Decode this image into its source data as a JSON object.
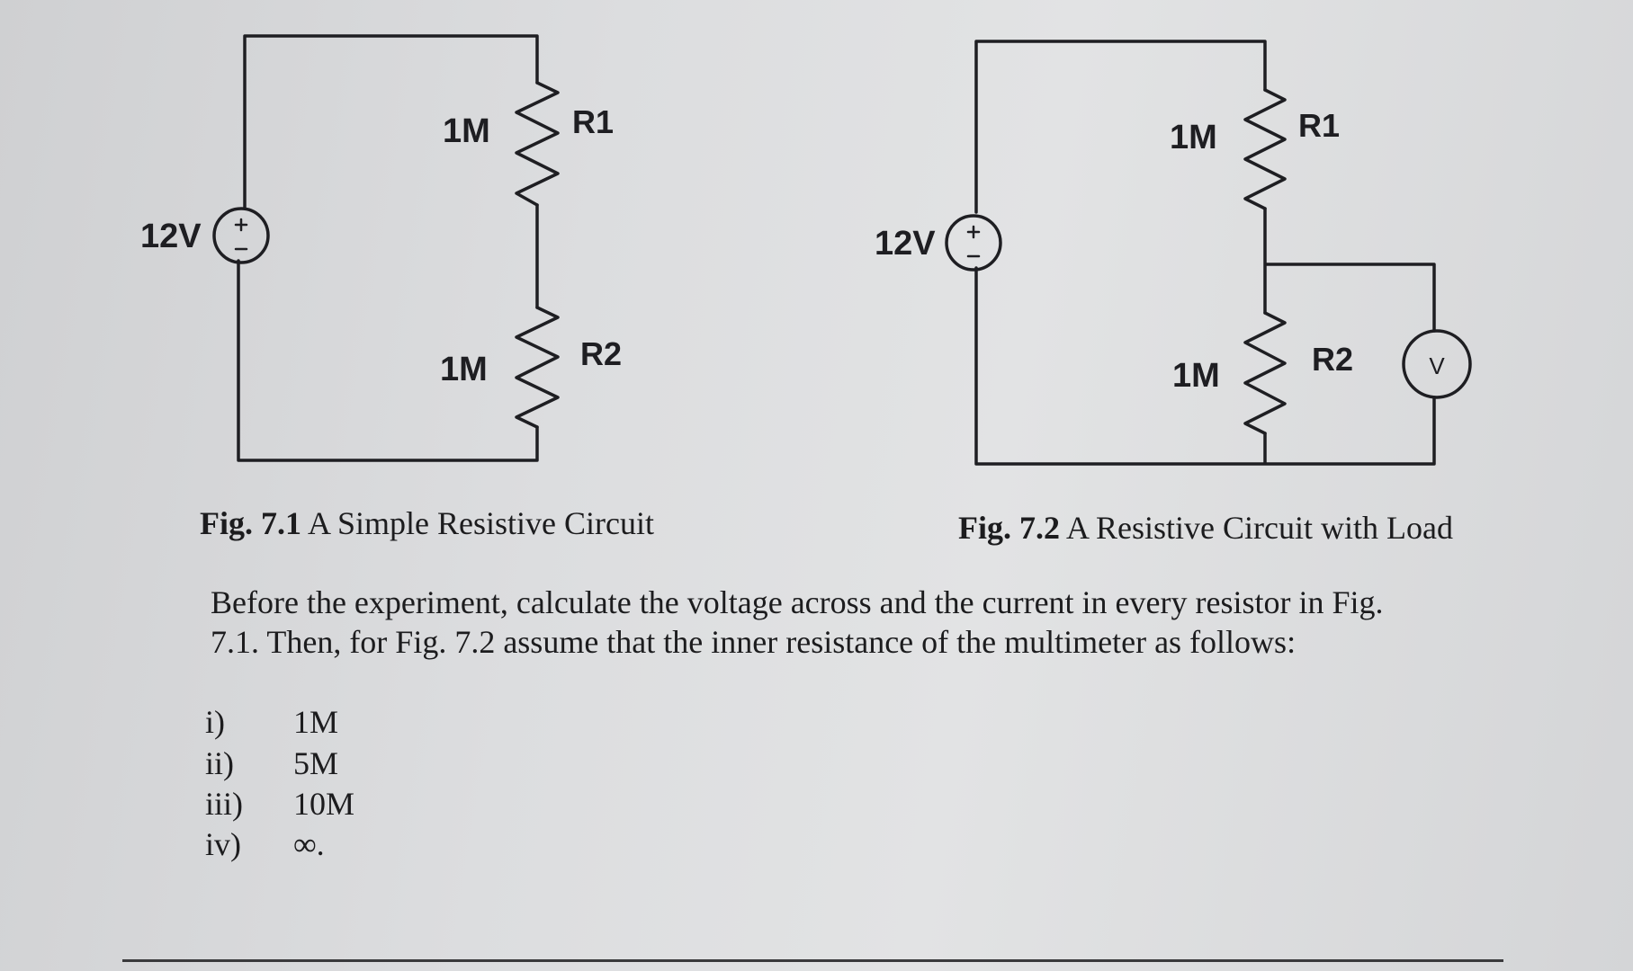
{
  "fig1": {
    "source_label": "12V",
    "r1_value": "1M",
    "r1_label": "R1",
    "r2_value": "1M",
    "r2_label": "R2",
    "caption_bold": "Fig. 7.1",
    "caption_text": " A Simple Resistive Circuit"
  },
  "fig2": {
    "source_label": "12V",
    "r1_value": "1M",
    "r1_label": "R1",
    "r2_value": "1M",
    "r2_label": "R2",
    "meter_label": "V",
    "caption_bold": "Fig. 7.2",
    "caption_text": " A Resistive Circuit with Load"
  },
  "paragraph": {
    "line1": "Before the experiment, calculate the voltage across and the current in every resistor in Fig.",
    "line2": "7.1. Then, for Fig. 7.2 assume that the inner resistance of the multimeter as follows:"
  },
  "options": [
    {
      "num": "i)",
      "value": "1M"
    },
    {
      "num": "ii)",
      "value": "5M"
    },
    {
      "num": "iii)",
      "value": "10M"
    },
    {
      "num": "iv)",
      "value": "∞."
    }
  ]
}
